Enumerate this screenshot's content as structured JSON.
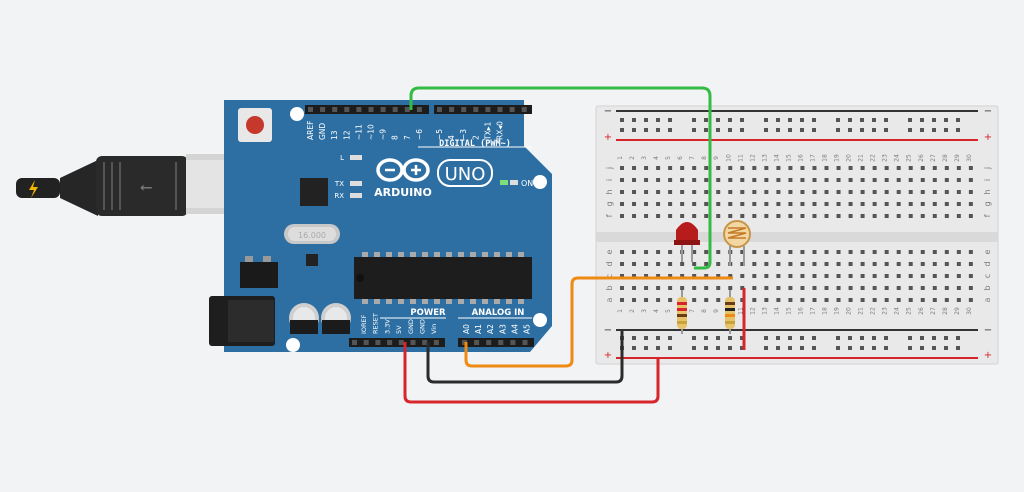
{
  "arduino": {
    "brand": "ARDUINO",
    "model": "UNO",
    "digital_label": "DIGITAL (PWM~)",
    "power_label": "POWER",
    "analog_label": "ANALOG IN",
    "on_label": "ON",
    "led_l": "L",
    "led_tx": "TX",
    "led_rx": "RX",
    "crystal_label": "16.000",
    "digital_pins": [
      "AREF",
      "GND",
      "13",
      "12",
      "~11",
      "~10",
      "~9",
      "8",
      "7",
      "~6",
      "~5",
      "4",
      "~3",
      "2",
      "TX▸1",
      "RX◂0"
    ],
    "power_pins": [
      "IOREF",
      "RESET",
      "3.3V",
      "5V",
      "GND",
      "GND",
      "Vin"
    ],
    "analog_pins": [
      "A0",
      "A1",
      "A2",
      "A3",
      "A4",
      "A5"
    ]
  },
  "breadboard": {
    "columns": [
      "1",
      "2",
      "3",
      "4",
      "5",
      "6",
      "7",
      "8",
      "9",
      "10",
      "11",
      "12",
      "13",
      "14",
      "15",
      "16",
      "17",
      "18",
      "19",
      "20",
      "21",
      "22",
      "23",
      "24",
      "25",
      "26",
      "27",
      "28",
      "29",
      "30"
    ],
    "rows_top_left": [
      "j",
      "i",
      "h",
      "g",
      "f"
    ],
    "rows_bottom_left": [
      "e",
      "d",
      "c",
      "b",
      "a"
    ],
    "rows_top_right": [
      "j",
      "i",
      "h",
      "g",
      "f"
    ],
    "rows_bottom_right": [
      "e",
      "d",
      "c",
      "b",
      "a"
    ],
    "rail_plus": "+",
    "rail_minus": "−"
  },
  "colors": {
    "board": "#2e6fa3",
    "wire_green": "#33bb44",
    "wire_orange": "#ef8a12",
    "wire_black": "#2b2b2b",
    "wire_red": "#d8252b",
    "rail_red": "#d8252b",
    "rail_dark": "#333333"
  },
  "icons": [
    "usb-cable-icon",
    "arduino-logo-icon",
    "led-icon",
    "photoresistor-icon",
    "resistor-icon"
  ]
}
